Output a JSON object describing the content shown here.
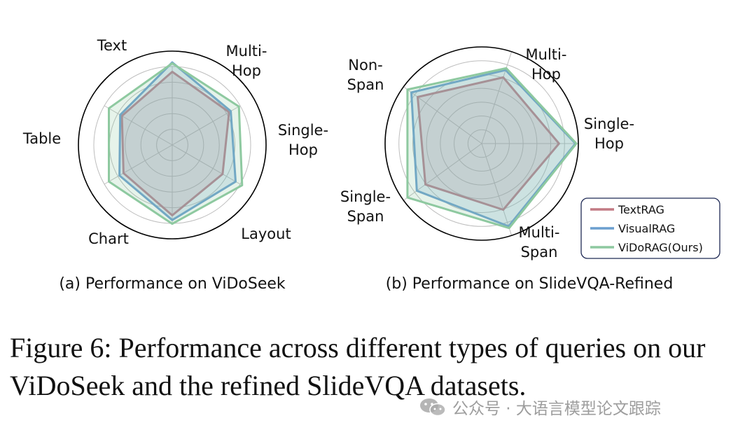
{
  "chart_data": [
    {
      "type": "radar",
      "caption": "(a) Performance on ViDoSeek",
      "axes": [
        "Text",
        "Multi-Hop",
        "Single-Hop",
        "Layout",
        "Chart",
        "Table"
      ],
      "axis_labels": [
        [
          "Text"
        ],
        [
          "Multi-",
          "Hop"
        ],
        [
          "Single-",
          "Hop"
        ],
        [
          "Layout"
        ],
        [
          "Chart"
        ],
        [
          "Table"
        ]
      ],
      "rlim": [
        0,
        1
      ],
      "rings": 5,
      "series": [
        {
          "name": "TextRAG",
          "color": "#c27a84",
          "values": [
            0.78,
            0.7,
            0.62,
            0.75,
            0.6,
            0.62
          ]
        },
        {
          "name": "VisualRAG",
          "color": "#6b9fcf",
          "values": [
            0.88,
            0.72,
            0.78,
            0.8,
            0.65,
            0.64
          ]
        },
        {
          "name": "ViDoRAG(Ours)",
          "color": "#8ec9a0",
          "values": [
            0.87,
            0.82,
            0.86,
            0.84,
            0.78,
            0.78
          ]
        }
      ]
    },
    {
      "type": "radar",
      "caption": "(b) Performance on SlideVQA-Refined",
      "axes": [
        "Multi-Hop",
        "Single-Hop",
        "Multi-Span",
        "Single-Span",
        "Non-Span"
      ],
      "axis_labels": [
        [
          "Multi-",
          "Hop"
        ],
        [
          "Single-",
          "Hop"
        ],
        [
          "Multi-",
          "Span"
        ],
        [
          "Single-",
          "Span"
        ],
        [
          "Non-",
          "Span"
        ]
      ],
      "rlim": [
        0,
        1
      ],
      "rings": 7,
      "series": [
        {
          "name": "TextRAG",
          "color": "#c27a84",
          "values": [
            0.72,
            0.8,
            0.72,
            0.72,
            0.82
          ]
        },
        {
          "name": "VisualRAG",
          "color": "#6b9fcf",
          "values": [
            0.8,
            0.97,
            0.9,
            0.83,
            0.9
          ]
        },
        {
          "name": "ViDoRAG(Ours)",
          "color": "#8ec9a0",
          "values": [
            0.82,
            0.98,
            0.92,
            0.95,
            0.95
          ]
        }
      ]
    }
  ],
  "legend": {
    "entries": [
      "TextRAG",
      "VisualRAG",
      "ViDoRAG(Ours)"
    ],
    "colors": [
      "#c27a84",
      "#6b9fcf",
      "#8ec9a0"
    ],
    "placement": "bottom-right"
  },
  "figure_caption": "Figure 6: Performance across different types of queries on our ViDoSeek and the refined SlideVQA datasets.",
  "watermark": "公众号 · 大语言模型论文跟踪"
}
